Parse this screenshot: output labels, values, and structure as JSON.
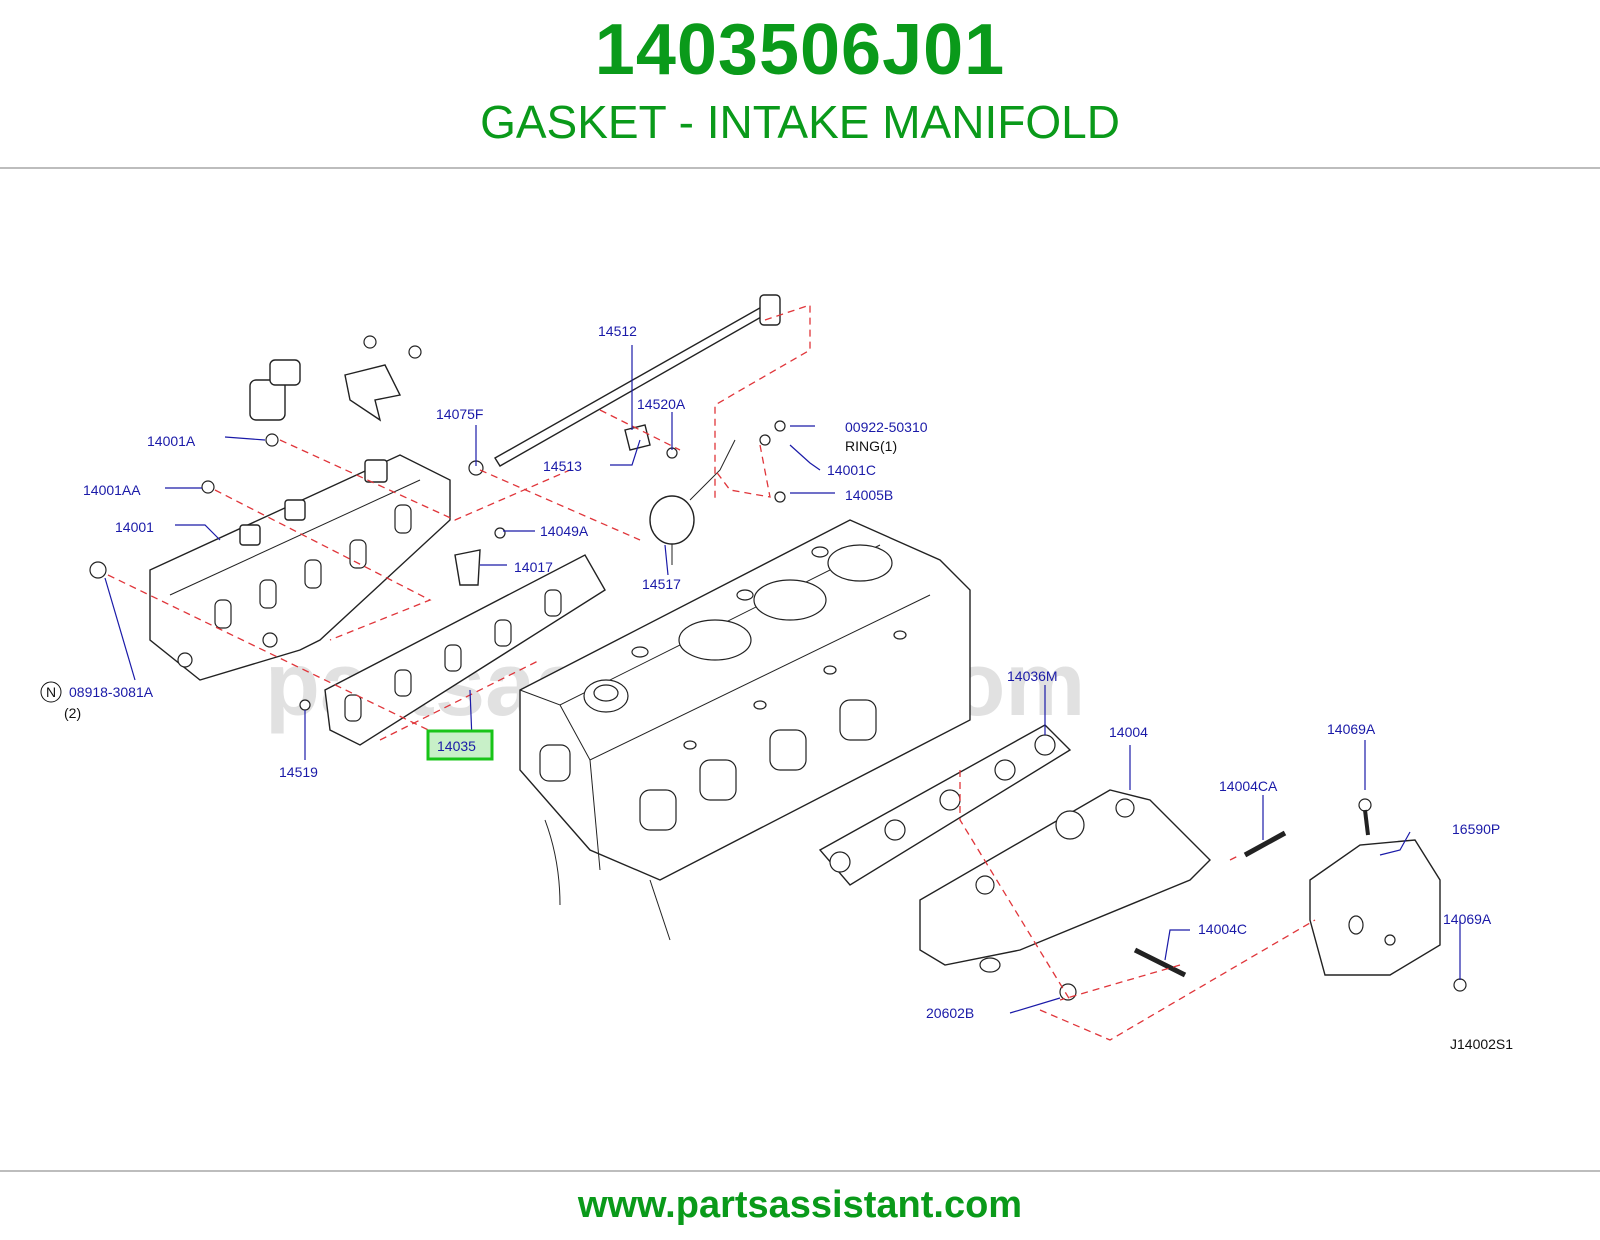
{
  "header": {
    "part_number": "1403506J01",
    "part_name": "GASKET - INTAKE MANIFOLD"
  },
  "footer": {
    "url": "www.partsassistant.com"
  },
  "watermark": "partsassistant.com",
  "diagram": {
    "code": "J14002S1",
    "highlight_color": "#18c418",
    "callouts": {
      "c14512": "14512",
      "c14520A": "14520A",
      "c14075F": "14075F",
      "c14001A": "14001A",
      "c14001AA": "14001AA",
      "c14513": "14513",
      "c14001": "14001",
      "c14049A": "14049A",
      "c14017": "14017",
      "c14517": "14517",
      "c00922": "00922-50310",
      "ring": "RING(1)",
      "c14001C": "14001C",
      "c14005B": "14005B",
      "n_badge": "N",
      "c08918": "08918-3081A",
      "qty2": "(2)",
      "c14519": "14519",
      "c14035": "14035",
      "c14036M": "14036M",
      "c14004": "14004",
      "c14069A_top": "14069A",
      "c14004CA": "14004CA",
      "c16590P": "16590P",
      "c14004C": "14004C",
      "c14069A_bot": "14069A",
      "c20602B": "20602B"
    }
  }
}
